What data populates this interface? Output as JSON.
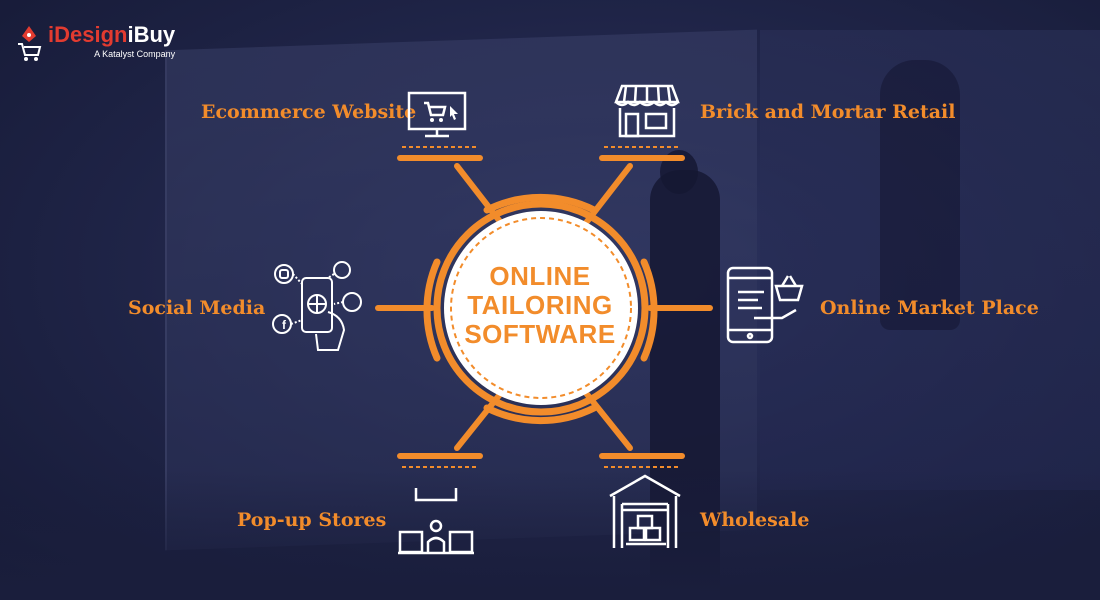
{
  "brand": {
    "name_part1": "iDesign",
    "name_part2": "iBuy",
    "tagline": "A Katalyst Company",
    "logo_icon": "cart-pen-icon"
  },
  "center": {
    "line1": "ONLINE",
    "line2": "TAILORING",
    "line3": "SOFTWARE"
  },
  "channels": [
    {
      "label": "Ecommerce Website",
      "icon": "monitor-cart-icon"
    },
    {
      "label": "Brick and Mortar Retail",
      "icon": "storefront-icon"
    },
    {
      "label": "Social Media",
      "icon": "phone-social-icon"
    },
    {
      "label": "Online Market Place",
      "icon": "mobile-basket-icon"
    },
    {
      "label": "Pop-up Stores",
      "icon": "popup-stand-icon"
    },
    {
      "label": "Wholesale",
      "icon": "warehouse-icon"
    }
  ],
  "colors": {
    "accent": "#f28c2b",
    "icon": "#ffffff",
    "background": "#20254a",
    "brand_red": "#e23b30"
  }
}
